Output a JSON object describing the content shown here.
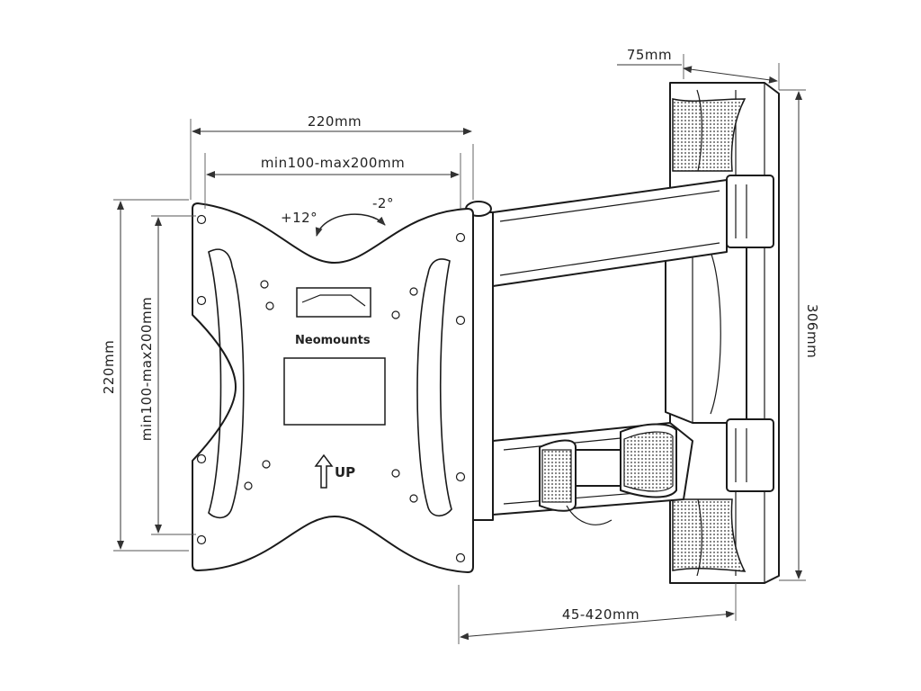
{
  "dimensions": {
    "plate_width": "220mm",
    "vesa_width": "min100-max200mm",
    "plate_height": "220mm",
    "vesa_height": "min100-max200mm",
    "wall_plate_depth": "75mm",
    "wall_plate_height": "306mm",
    "arm_extension": "45-420mm"
  },
  "tilt": {
    "up": "+12°",
    "down": "-2°"
  },
  "brand": "Neomounts",
  "orientation_label": "UP"
}
